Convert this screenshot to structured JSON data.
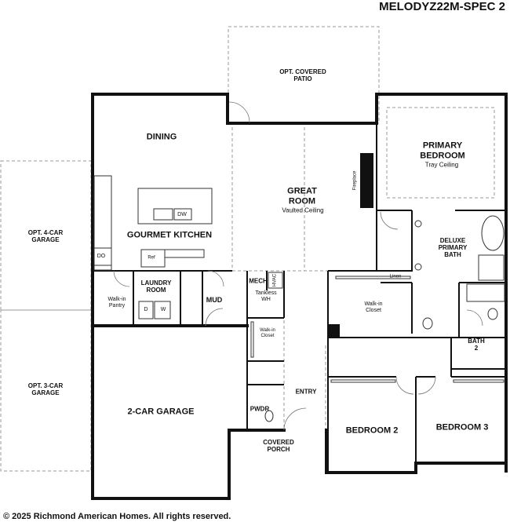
{
  "header": {
    "plan_title": "MELODYZ22M-SPEC 2"
  },
  "footer": {
    "copyright": "© 2025 Richmond American Homes. All rights reserved."
  },
  "rooms": {
    "opt_covered_patio": "OPT. COVERED\nPATIO",
    "dining": "DINING",
    "great_room": "GREAT\nROOM",
    "great_room_note": "Vaulted Ceiling",
    "fireplace": "Fireplace",
    "primary_bedroom": "PRIMARY\nBEDROOM",
    "primary_bedroom_note": "Tray Ceiling",
    "gourmet_kitchen": "GOURMET KITCHEN",
    "dw": "DW",
    "do": "DO",
    "ref": "Ref",
    "opt_4car_garage": "OPT. 4-CAR\nGARAGE",
    "opt_3car_garage": "OPT. 3-CAR\nGARAGE",
    "deluxe_primary_bath": "DELUXE\nPRIMARY\nBATH",
    "linen": "Linen",
    "walkin_pantry": "Walk-in\nPantry",
    "laundry_room": "LAUNDRY\nROOM",
    "dryer": "D",
    "washer": "W",
    "mud": "MUD",
    "mech": "MECH",
    "hvac": "HVAC",
    "tankless_wh": "Tankless\nWH",
    "walkin_closet_primary": "Walk-in\nCloset",
    "walkin_closet_hall": "Walk-in\nCloset",
    "bath_2": "BATH\n2",
    "entry": "ENTRY",
    "pwdr": "PWDR",
    "two_car_garage": "2-CAR GARAGE",
    "covered_porch": "COVERED\nPORCH",
    "bedroom_2": "BEDROOM 2",
    "bedroom_3": "BEDROOM 3"
  }
}
